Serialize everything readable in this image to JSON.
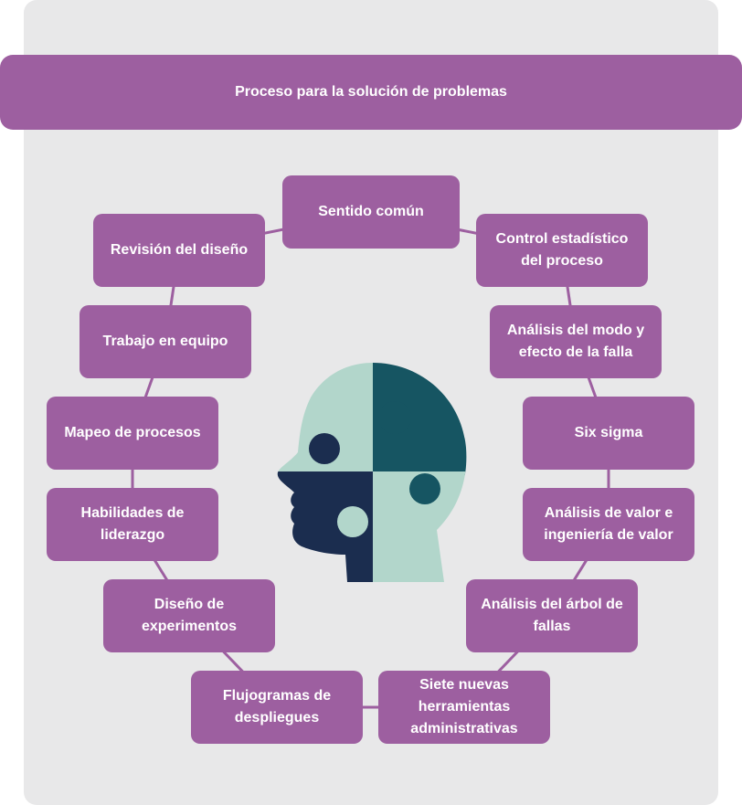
{
  "title": "Proceso para la solución de problemas",
  "nodes": [
    "Sentido común",
    "Control estadístico del proceso",
    "Análisis del modo y efecto de la falla",
    "Six sigma",
    "Análisis de valor e ingeniería de valor",
    "Análisis del árbol de fallas",
    "Siete nuevas herramientas administrativas",
    "Flujogramas de despliegues",
    "Diseño de experimentos",
    "Habilidades de liderazgo",
    "Mapeo de procesos",
    "Trabajo en equipo",
    "Revisión del diseño"
  ],
  "colors": {
    "node": "#9d5fa0",
    "panel": "#e8e8e9",
    "ring": "#9d5fa0",
    "puzzle_light": "#b2d6cb",
    "puzzle_teal": "#165562",
    "puzzle_navy": "#1b2d4f"
  },
  "icon": "head-puzzle-icon"
}
